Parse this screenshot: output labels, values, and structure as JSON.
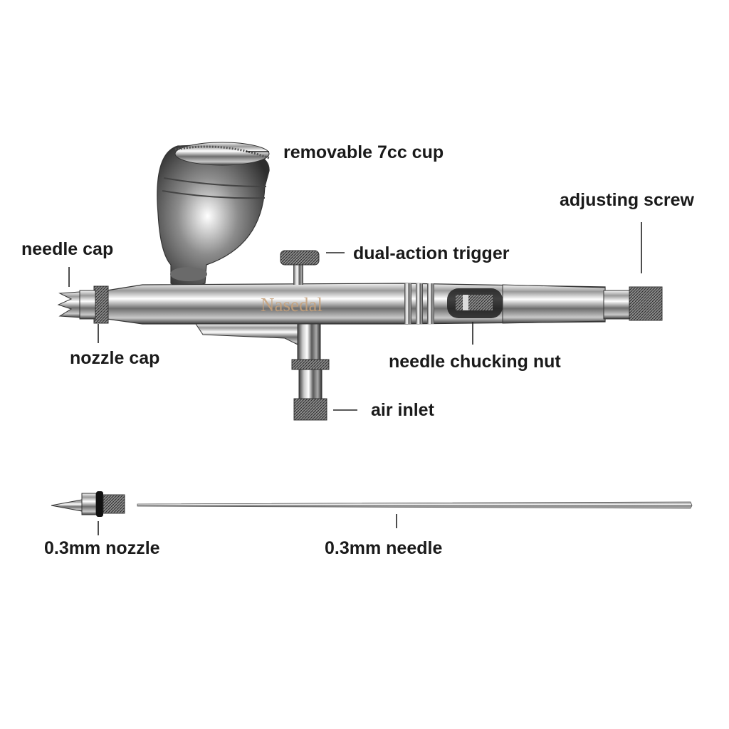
{
  "brand": "Nasedal",
  "labels": {
    "cup": "removable 7cc cup",
    "screw": "adjusting screw",
    "needle_cap": "needle cap",
    "trigger": "dual-action trigger",
    "nozzle_cap": "nozzle cap",
    "chucking_nut": "needle chucking nut",
    "air_inlet": "air inlet",
    "nozzle": "0.3mm nozzle",
    "needle": "0.3mm needle"
  }
}
